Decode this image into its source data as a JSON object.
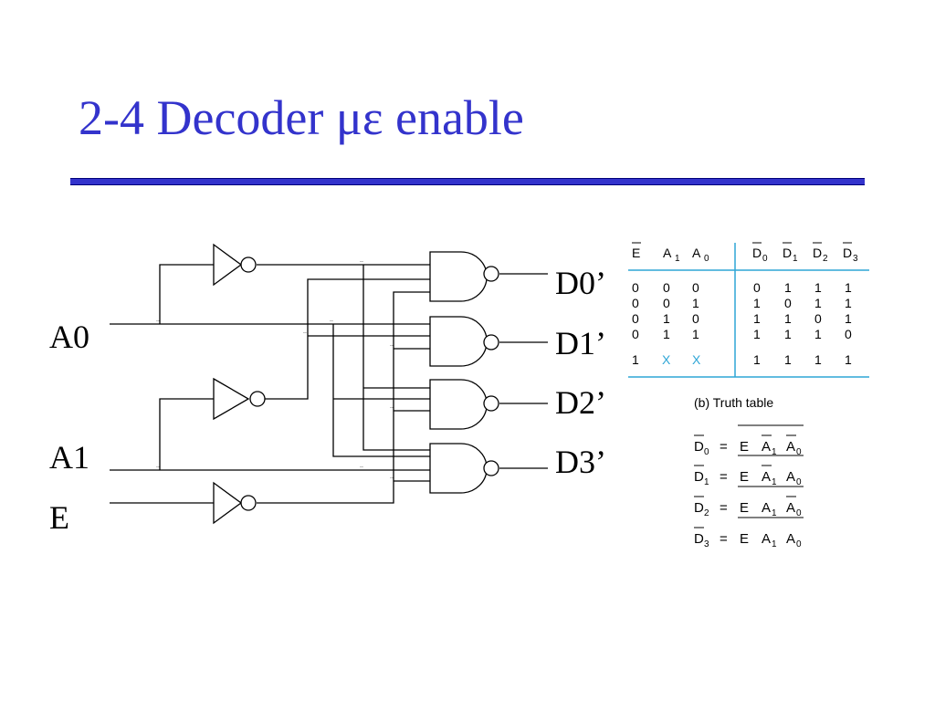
{
  "slide": {
    "title": "2-4 Decoder με enable"
  },
  "circuit": {
    "inputs": [
      "A0",
      "A1",
      "E"
    ],
    "outputs": [
      "D0’",
      "D1’",
      "D2’",
      "D3’"
    ]
  },
  "truth_table": {
    "headers": [
      "E",
      "A",
      "1",
      "A",
      "0",
      "D",
      "0",
      "D",
      "1",
      "D",
      "2",
      "D",
      "3"
    ],
    "rows": [
      [
        "0",
        "0",
        "0",
        "0",
        "1",
        "1",
        "1"
      ],
      [
        "0",
        "0",
        "1",
        "1",
        "0",
        "1",
        "1"
      ],
      [
        "0",
        "1",
        "0",
        "1",
        "1",
        "0",
        "1"
      ],
      [
        "0",
        "1",
        "1",
        "1",
        "1",
        "1",
        "0"
      ],
      [
        "1",
        "X",
        "X",
        "1",
        "1",
        "1",
        "1"
      ]
    ],
    "caption": "(b) Truth table",
    "dont_care_color": "#2fa6d6"
  },
  "equations": [
    {
      "lhs": "D",
      "lhs_sub": "0",
      "eq": "=",
      "t1": "E",
      "t2": "A",
      "t2_sub": "1",
      "t3": "A",
      "t3_sub": "0"
    },
    {
      "lhs": "D",
      "lhs_sub": "1",
      "eq": "=",
      "t1": "E",
      "t2": "A",
      "t2_sub": "1",
      "t3": "A",
      "t3_sub": "0"
    },
    {
      "lhs": "D",
      "lhs_sub": "2",
      "eq": "=",
      "t1": "E",
      "t2": "A",
      "t2_sub": "1",
      "t3": "A",
      "t3_sub": "0"
    },
    {
      "lhs": "D",
      "lhs_sub": "3",
      "eq": "=",
      "t1": "E",
      "t2": "A",
      "t2_sub": "1",
      "t3": "A",
      "t3_sub": "0"
    }
  ],
  "colors": {
    "title": "#3333cc",
    "rule": "#3333cc",
    "table_lines": "#2fa6d6"
  }
}
